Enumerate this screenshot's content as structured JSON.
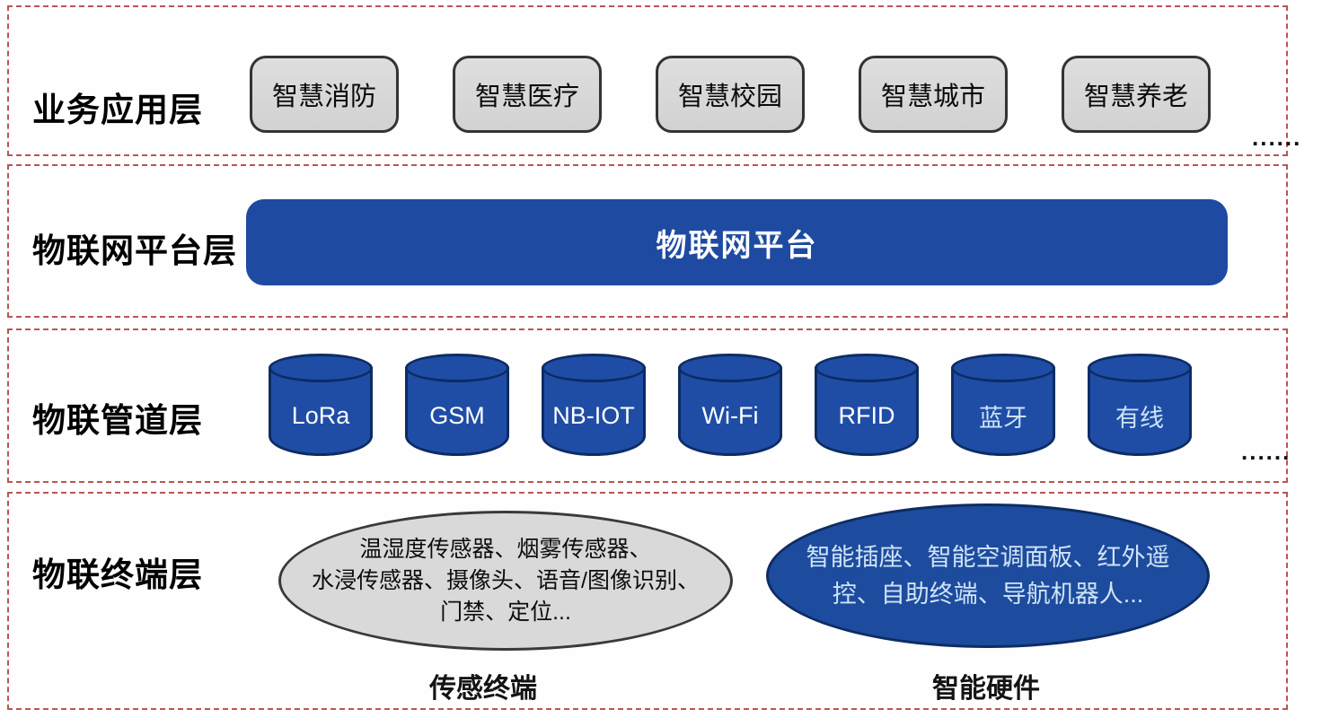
{
  "palette": {
    "dashed_border": "#bb5551",
    "blue_fill": "#1e4ba1",
    "blue_outline": "#0d2c63",
    "gray_fill": "#d9d9d9",
    "gray_outline": "#3a3a3a",
    "light_blue_text": "#cfe4f7"
  },
  "layers": {
    "application": {
      "label": "业务应用层",
      "boxes": [
        "智慧消防",
        "智慧医疗",
        "智慧校园",
        "智慧城市",
        "智慧养老"
      ],
      "ellipsis": "......"
    },
    "platform": {
      "label": "物联网平台层",
      "bar_label": "物联网平台"
    },
    "channel": {
      "label": "物联管道层",
      "cylinders": [
        "LoRa",
        "GSM",
        "NB-IOT",
        "Wi-Fi",
        "RFID",
        "蓝牙",
        "有线"
      ],
      "ellipsis": "......"
    },
    "terminal": {
      "label": "物联终端层",
      "sensor_group": {
        "text": "温湿度传感器、烟雾传感器、\n水浸传感器、摄像头、语音/图像识别、\n门禁、定位...",
        "caption": "传感终端"
      },
      "smart_group": {
        "text": "智能插座、智能空调面板、红外遥\n控、自助终端、导航机器人...",
        "caption": "智能硬件"
      }
    }
  }
}
